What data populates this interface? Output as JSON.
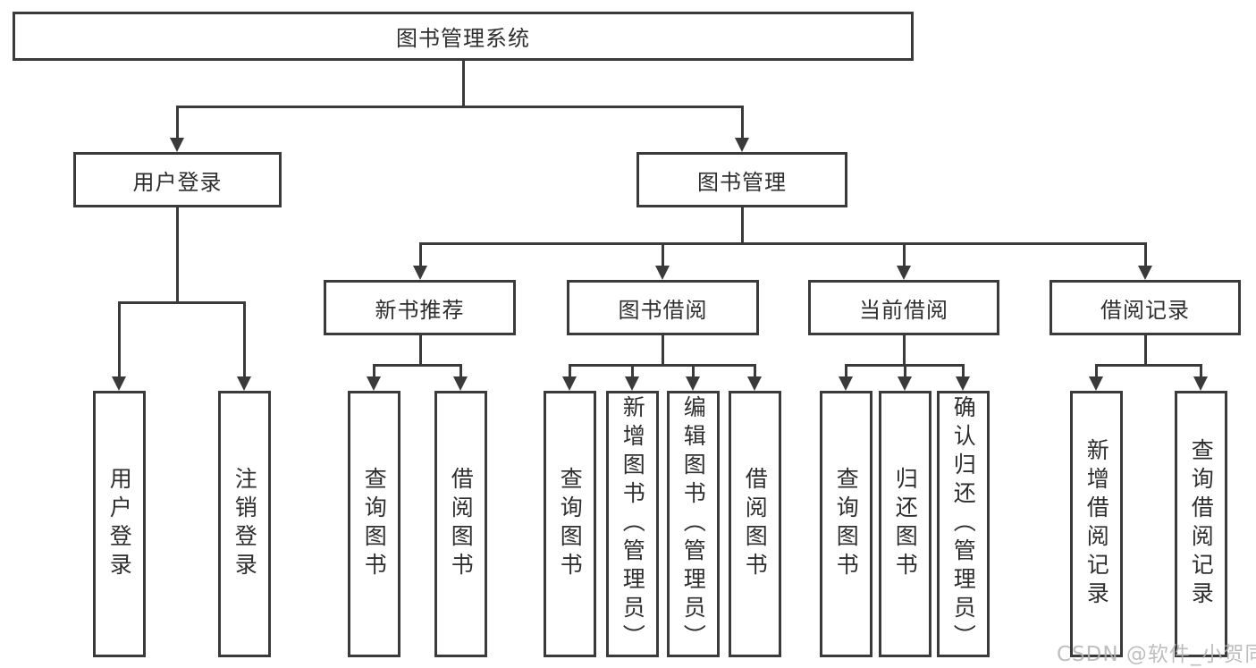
{
  "tree": {
    "root": {
      "label": "图书管理系统"
    },
    "branches": [
      {
        "label": "用户登录",
        "children": [
          {
            "label": "用户登录"
          },
          {
            "label": "注销登录"
          }
        ]
      },
      {
        "label": "图书管理",
        "sections": [
          {
            "label": "新书推荐",
            "children": [
              {
                "label": "查询图书"
              },
              {
                "label": "借阅图书"
              }
            ]
          },
          {
            "label": "图书借阅",
            "children": [
              {
                "label": "查询图书"
              },
              {
                "label": "新增图书（管理员）"
              },
              {
                "label": "编辑图书（管理员）"
              },
              {
                "label": "借阅图书"
              }
            ]
          },
          {
            "label": "当前借阅",
            "children": [
              {
                "label": "查询图书"
              },
              {
                "label": "归还图书"
              },
              {
                "label": "确认归还（管理员）"
              }
            ]
          },
          {
            "label": "借阅记录",
            "children": [
              {
                "label": "新增借阅记录"
              },
              {
                "label": "查询借阅记录"
              }
            ]
          }
        ]
      }
    ]
  },
  "watermark": {
    "text": "CSDN @软件_小贺同学"
  },
  "colors": {
    "line": "#3a3a3a",
    "text": "#2e2e2e",
    "background": "#ffffff",
    "watermark": "#b3b3b3"
  }
}
